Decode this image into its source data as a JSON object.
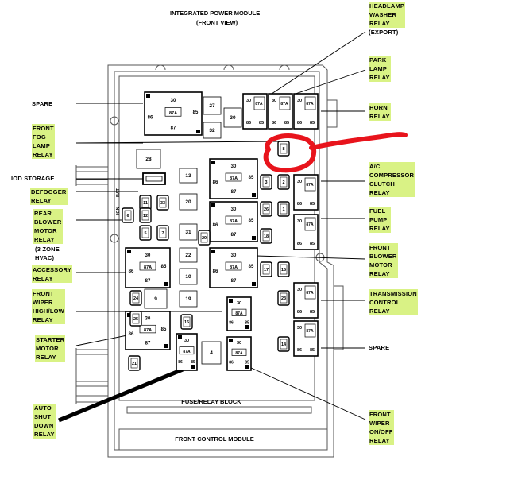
{
  "header": {
    "title": "INTEGRATED POWER MODULE",
    "subtitle": "(FRONT VIEW)"
  },
  "block_labels": {
    "fuse_relay_block": "FUSE/RELAY BLOCK",
    "front_control_module": "FRONT CONTROL MODULE"
  },
  "callouts_left": [
    {
      "id": "spare-left",
      "lines": [
        "SPARE"
      ],
      "highlight": false
    },
    {
      "id": "front-fog-lamp-relay",
      "lines": [
        "FRONT",
        "FOG",
        "LAMP",
        "RELAY"
      ],
      "highlight": true
    },
    {
      "id": "iod-storage",
      "lines": [
        "IOD STORAGE"
      ],
      "highlight": false
    },
    {
      "id": "defogger-relay",
      "lines": [
        "DEFOGGER",
        "RELAY"
      ],
      "highlight": true
    },
    {
      "id": "rear-blower-motor-relay",
      "lines": [
        "REAR",
        "BLOWER",
        "MOTOR",
        "RELAY"
      ],
      "highlight": true
    },
    {
      "id": "three-zone-hvac",
      "lines": [
        "(3 ZONE",
        "HVAC)"
      ],
      "highlight": false
    },
    {
      "id": "accessory-relay",
      "lines": [
        "ACCESSORY",
        "RELAY"
      ],
      "highlight": true
    },
    {
      "id": "front-wiper-high-low-relay",
      "lines": [
        "FRONT",
        "WIPER",
        "HIGH/LOW",
        "RELAY"
      ],
      "highlight": true
    },
    {
      "id": "starter-motor-relay",
      "lines": [
        "STARTER",
        "MOTOR",
        "RELAY"
      ],
      "highlight": true
    },
    {
      "id": "auto-shut-down-relay",
      "lines": [
        "AUTO",
        "SHUT",
        "DOWN",
        "RELAY"
      ],
      "highlight": true
    }
  ],
  "callouts_right": [
    {
      "id": "headlamp-washer-relay",
      "lines": [
        "HEADLAMP",
        "WASHER",
        "RELAY"
      ],
      "highlight": true
    },
    {
      "id": "export",
      "lines": [
        "(EXPORT)"
      ],
      "highlight": false
    },
    {
      "id": "park-lamp-relay",
      "lines": [
        "PARK",
        "LAMP",
        "RELAY"
      ],
      "highlight": true
    },
    {
      "id": "horn-relay",
      "lines": [
        "HORN",
        "RELAY"
      ],
      "highlight": true
    },
    {
      "id": "ac-compressor-clutch-relay",
      "lines": [
        "A/C",
        "COMPRESSOR",
        "CLUTCH",
        "RELAY"
      ],
      "highlight": true
    },
    {
      "id": "fuel-pump-relay",
      "lines": [
        "FUEL",
        "PUMP",
        "RELAY"
      ],
      "highlight": true
    },
    {
      "id": "front-blower-motor-relay",
      "lines": [
        "FRONT",
        "BLOWER",
        "MOTOR",
        "RELAY"
      ],
      "highlight": true
    },
    {
      "id": "transmission-control-relay",
      "lines": [
        "TRANSMISSION",
        "CONTROL",
        "RELAY"
      ],
      "highlight": true
    },
    {
      "id": "spare-right",
      "lines": [
        "SPARE"
      ],
      "highlight": false
    },
    {
      "id": "front-wiper-on-off-relay",
      "lines": [
        "FRONT",
        "WIPER",
        "ON/OFF",
        "RELAY"
      ],
      "highlight": true
    }
  ],
  "relay_pins": {
    "p30": "30",
    "p87a": "87A",
    "p86": "86",
    "p85": "85",
    "p87": "87"
  },
  "side_text": {
    "ign": "IGN",
    "bat": "BAT"
  },
  "fuses": {
    "f1": "1",
    "f2": "2",
    "f3": "3",
    "f4": "4",
    "f5": "5",
    "f6": "6",
    "f7": "7",
    "f8": "8",
    "f9": "9",
    "f10": "10",
    "f11": "11",
    "f12": "12",
    "f13": "13",
    "f14": "14",
    "f15": "15",
    "f16": "16",
    "f17": "17",
    "f18": "18",
    "f19": "19",
    "f20": "20",
    "f21": "21",
    "f22": "22",
    "f23": "23",
    "f24": "24",
    "f25": "25",
    "f26": "26",
    "f27": "27",
    "f28": "28",
    "f29": "29",
    "f30": "30",
    "f31": "31",
    "f32": "32",
    "f33": "33"
  },
  "colors": {
    "highlight": "#d9f285",
    "annotation_red": "#e8141c",
    "line": "#000000",
    "housing": "#6b6b6b"
  }
}
